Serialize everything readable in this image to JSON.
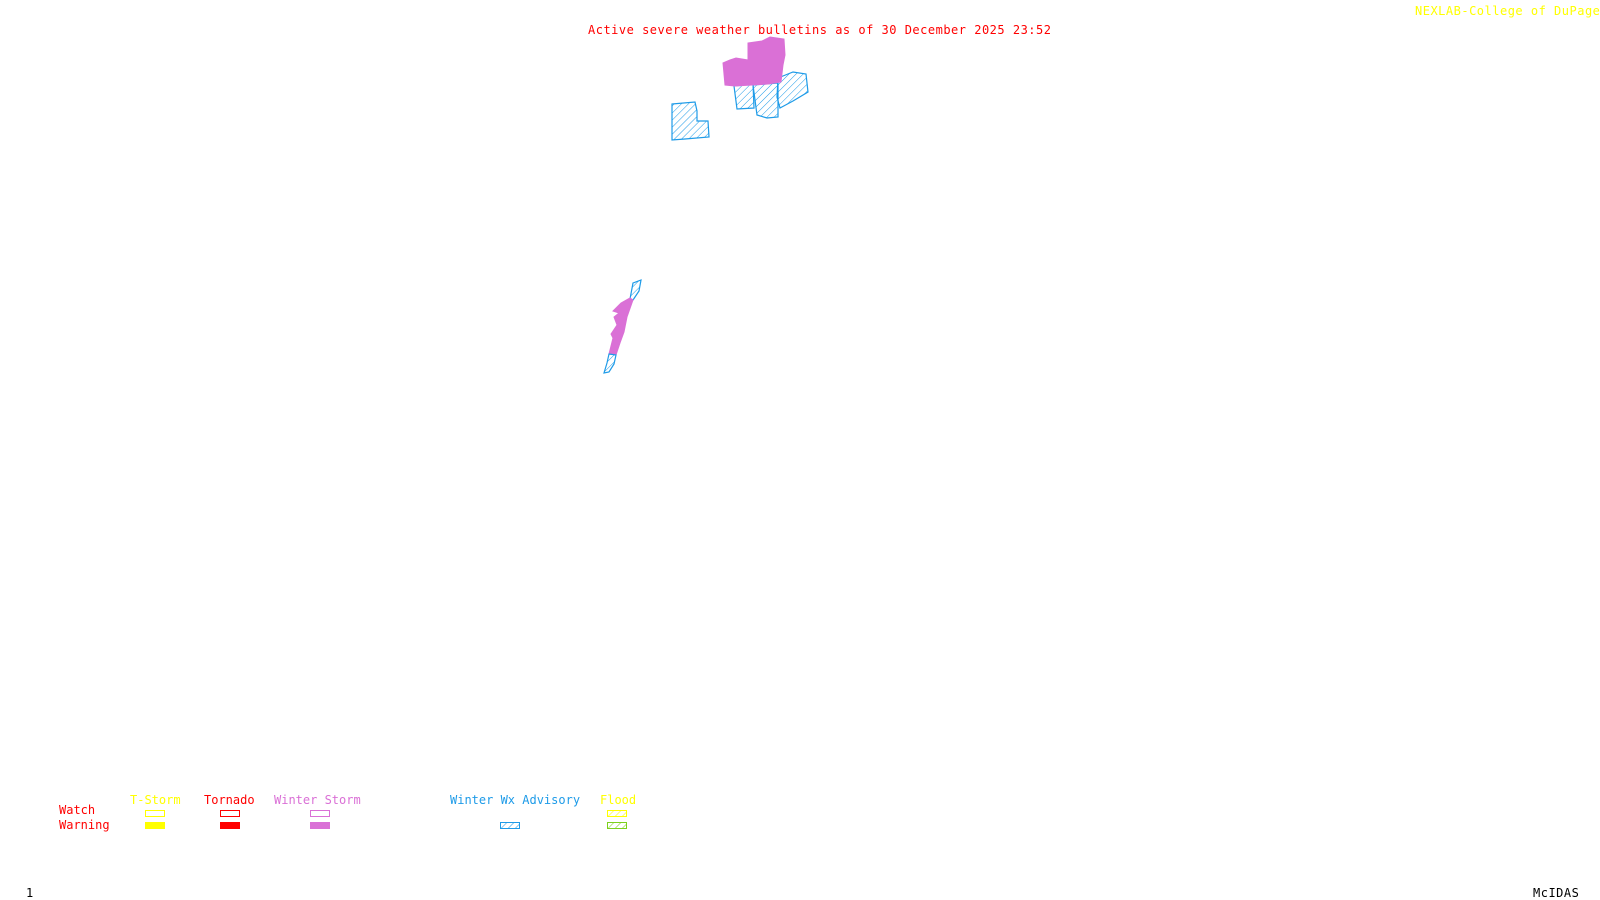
{
  "header": {
    "title": "Active severe weather bulletins as of 30 December 2025 23:52",
    "credit": "NEXLAB-College of DuPage",
    "credit_icon": "resize-corner-icon"
  },
  "footer": {
    "frame_number": "1",
    "app_label": "McIDAS"
  },
  "colors": {
    "title": "#ff0000",
    "credit": "#ffff00",
    "tstorm": "#ffff00",
    "tornado": "#ff0000",
    "winter_storm": "#da70d6",
    "winter_wx_advisory": "#1e9be8",
    "flood_watch": "#ffff00",
    "flood_warning": "#7cd11c"
  },
  "legend": {
    "row_labels": {
      "watch": "Watch",
      "warning": "Warning"
    },
    "categories": [
      {
        "key": "tstorm",
        "label": "T-Storm",
        "watch": "outline",
        "warning": "filled"
      },
      {
        "key": "tornado",
        "label": "Tornado",
        "watch": "outline",
        "warning": "filled"
      },
      {
        "key": "winter_storm",
        "label": "Winter Storm",
        "watch": "outline",
        "warning": "filled"
      },
      {
        "key": "winter_wx_advisory",
        "label": "Winter Wx Advisory",
        "watch": null,
        "warning": "hatched"
      },
      {
        "key": "flood",
        "label": "Flood",
        "watch": "hatched",
        "warning": "hatched"
      }
    ]
  },
  "map": {
    "active_areas": [
      {
        "type": "Winter Storm Warning",
        "region": "northern-cluster"
      },
      {
        "type": "Winter Wx Advisory",
        "region": "northern-cluster"
      },
      {
        "type": "Winter Wx Advisory",
        "region": "northwest-block"
      },
      {
        "type": "Winter Storm Warning",
        "region": "central-strip"
      },
      {
        "type": "Winter Wx Advisory",
        "region": "central-strip"
      }
    ]
  }
}
